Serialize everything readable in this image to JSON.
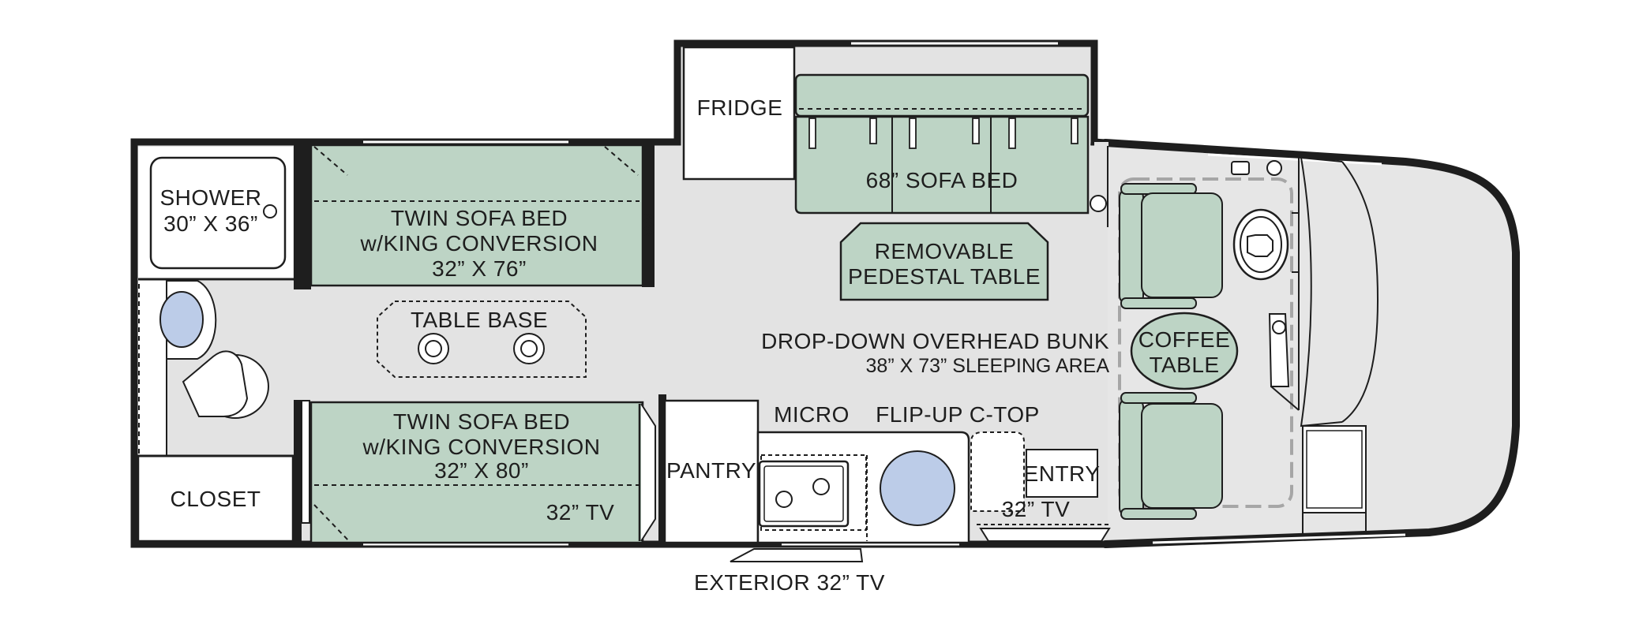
{
  "floorplan": {
    "colors": {
      "wall": "#1e1e1e",
      "floor": "#e3e3e3",
      "furniture": "#bdd4c5",
      "fixture_blue": "#bccce8",
      "white": "#ffffff",
      "dashed_gray": "#a6a6a6"
    },
    "labels": {
      "shower_title": "SHOWER",
      "shower_size": "30” X 36”",
      "twin_bed_top_line1": "TWIN SOFA BED",
      "twin_bed_top_line2": "w/KING CONVERSION",
      "twin_bed_top_size": "32” X 76”",
      "table_base": "TABLE BASE",
      "twin_bed_bottom_line1": "TWIN SOFA BED",
      "twin_bed_bottom_line2": "w/KING CONVERSION",
      "twin_bed_bottom_size": "32” X 80”",
      "tv_bedroom": "32” TV",
      "closet": "CLOSET",
      "fridge": "FRIDGE",
      "sofa_bed": "68” SOFA BED",
      "pedestal_line1": "REMOVABLE",
      "pedestal_line2": "PEDESTAL TABLE",
      "bunk_line1": "DROP-DOWN OVERHEAD BUNK",
      "bunk_line2": "38” X 73” SLEEPING AREA",
      "coffee_line1": "COFFEE",
      "coffee_line2": "TABLE",
      "pantry": "PANTRY",
      "micro": "MICRO",
      "flip_up": "FLIP-UP C-TOP",
      "entry": "ENTRY",
      "tv_entry": "32” TV",
      "exterior_tv": "EXTERIOR 32” TV"
    }
  }
}
